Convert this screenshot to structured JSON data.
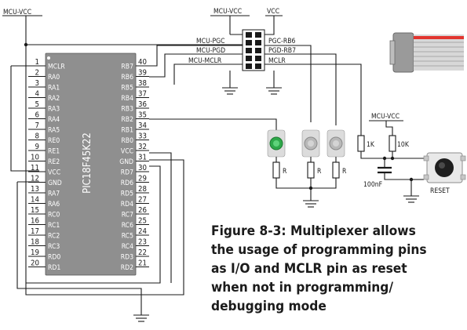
{
  "caption": {
    "lines": [
      "Figure 8-3: Multiplexer allows",
      "the usage of programming pins",
      "as I/O and MCLR pin as reset",
      "when not in programming/",
      "debugging mode"
    ]
  },
  "power": {
    "mcu_vcc_left": "MCU-VCC",
    "mcu_vcc_top": "MCU-VCC",
    "vcc_top": "VCC",
    "mcu_vcc_reset": "MCU-VCC"
  },
  "chip": {
    "part": "PIC18F45K22",
    "left_pins": [
      {
        "num": "1",
        "name": "MCLR"
      },
      {
        "num": "2",
        "name": "RA0"
      },
      {
        "num": "3",
        "name": "RA1"
      },
      {
        "num": "4",
        "name": "RA2"
      },
      {
        "num": "5",
        "name": "RA3"
      },
      {
        "num": "6",
        "name": "RA4"
      },
      {
        "num": "7",
        "name": "RA5"
      },
      {
        "num": "8",
        "name": "RE0"
      },
      {
        "num": "9",
        "name": "RE1"
      },
      {
        "num": "10",
        "name": "RE2"
      },
      {
        "num": "11",
        "name": "VCC"
      },
      {
        "num": "12",
        "name": "GND"
      },
      {
        "num": "13",
        "name": "RA7"
      },
      {
        "num": "14",
        "name": "RA6"
      },
      {
        "num": "15",
        "name": "RC0"
      },
      {
        "num": "16",
        "name": "RC1"
      },
      {
        "num": "17",
        "name": "RC2"
      },
      {
        "num": "18",
        "name": "RC3"
      },
      {
        "num": "19",
        "name": "RD0"
      },
      {
        "num": "20",
        "name": "RD1"
      }
    ],
    "right_pins": [
      {
        "num": "40",
        "name": "RB7"
      },
      {
        "num": "39",
        "name": "RB6"
      },
      {
        "num": "38",
        "name": "RB5"
      },
      {
        "num": "37",
        "name": "RB4"
      },
      {
        "num": "36",
        "name": "RB3"
      },
      {
        "num": "35",
        "name": "RB2"
      },
      {
        "num": "34",
        "name": "RB1"
      },
      {
        "num": "33",
        "name": "RB0"
      },
      {
        "num": "32",
        "name": "VCC"
      },
      {
        "num": "31",
        "name": "GND"
      },
      {
        "num": "30",
        "name": "RD7"
      },
      {
        "num": "29",
        "name": "RD6"
      },
      {
        "num": "28",
        "name": "RD5"
      },
      {
        "num": "27",
        "name": "RD4"
      },
      {
        "num": "26",
        "name": "RC7"
      },
      {
        "num": "25",
        "name": "RC6"
      },
      {
        "num": "24",
        "name": "RC5"
      },
      {
        "num": "23",
        "name": "RC4"
      },
      {
        "num": "22",
        "name": "RD3"
      },
      {
        "num": "21",
        "name": "RD2"
      }
    ]
  },
  "multiplexer": {
    "left_labels": [
      "MCU-PGC",
      "MCU-PGD",
      "MCU-MCLR"
    ],
    "right_labels": [
      "PGC-RB6",
      "PGD-RB7",
      "MCLR"
    ]
  },
  "resistors": {
    "led_r": [
      "R",
      "R",
      "R"
    ],
    "pullup_1k": "1K",
    "pullup_10k": "10K"
  },
  "capacitor": "100nF",
  "reset_label": "RESET",
  "colors": {
    "chip_body": "#8f8f8f",
    "led_green": "#2ea84a",
    "led_grey": "#b8b8b8",
    "cable_red": "#e2342f",
    "connector": "#9a9a9a"
  }
}
